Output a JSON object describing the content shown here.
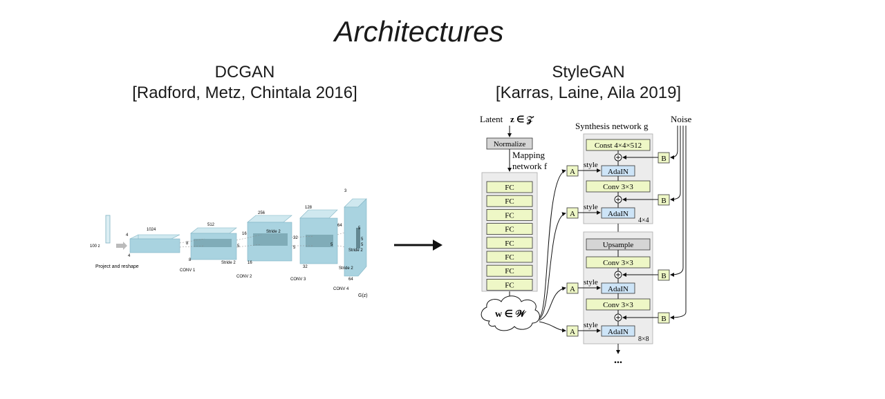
{
  "title": "Architectures",
  "dcgan": {
    "name": "DCGAN",
    "citation": "[Radford, Metz, Chintala 2016]",
    "labels": {
      "z": "100 z",
      "project": "Project and reshape",
      "n1024": "1024",
      "n512": "512",
      "n256": "256",
      "n128": "128",
      "n3": "3",
      "n4a": "4",
      "n4b": "4",
      "n8a": "8",
      "n8b": "8",
      "n16a": "16",
      "n16b": "16",
      "n32a": "32",
      "n32b": "32",
      "n64a": "64",
      "n64b": "64",
      "n5a": "5",
      "n5b": "5",
      "n5c": "5",
      "n5d": "5",
      "n5e": "5",
      "n5f": "5",
      "stride1": "Stride 2",
      "stride2": "Stride 2",
      "stride3": "Stride 2",
      "stride4": "Stride 2",
      "conv1": "CONV 1",
      "conv2": "CONV 2",
      "conv3": "CONV 3",
      "conv4": "CONV 4",
      "gz": "G(z)"
    }
  },
  "stylegan": {
    "name": "StyleGAN",
    "citation": "[Karras, Laine, Aila 2019]",
    "latent_label": "Latent",
    "latent_math": "z ∈ 𝒵",
    "normalize": "Normalize",
    "mapping_line1": "Mapping",
    "mapping_line2": "network f",
    "fc_layers": [
      "FC",
      "FC",
      "FC",
      "FC",
      "FC",
      "FC",
      "FC",
      "FC"
    ],
    "w_label": "w ∈ 𝒲",
    "synthesis_label": "Synthesis network g",
    "noise_label": "Noise",
    "const": "Const 4×4×512",
    "adain": "AdaIN",
    "conv": "Conv 3×3",
    "upsample": "Upsample",
    "style": "style",
    "a_label": "A",
    "b_label": "B",
    "res1": "4×4",
    "res2": "8×8",
    "ellipsis": "..."
  },
  "colors": {
    "fc_fill": "#eef7c6",
    "adain_fill": "#cde4f7",
    "gray_fill": "#d5d5d5",
    "block_bg": "#ececec",
    "dcgan_blue": "#a9d3e0"
  }
}
